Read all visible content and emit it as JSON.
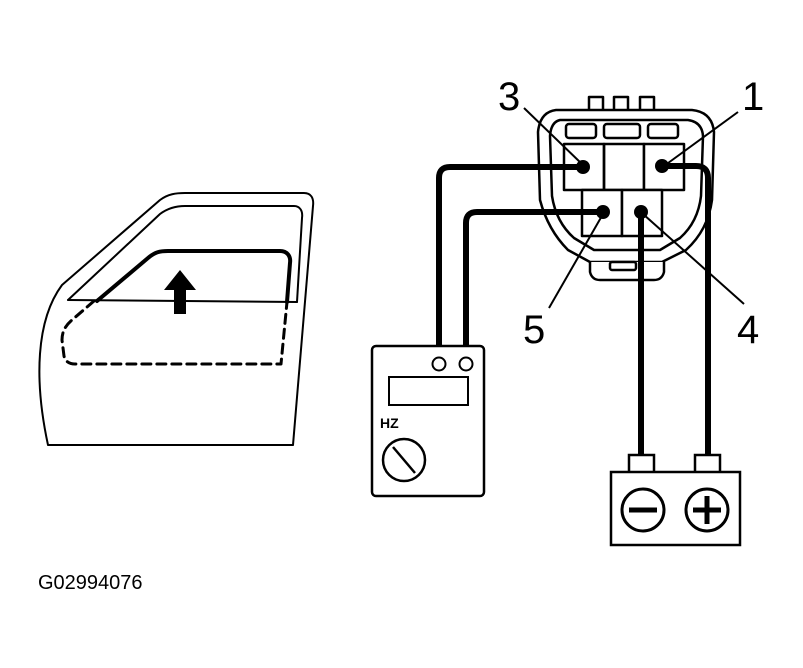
{
  "diagram": {
    "figure_code": "G02994076",
    "meter": {
      "unit_label": "HZ"
    },
    "connector": {
      "pins": [
        {
          "id": "pin-1",
          "label": "1"
        },
        {
          "id": "pin-3",
          "label": "3"
        },
        {
          "id": "pin-4",
          "label": "4"
        },
        {
          "id": "pin-5",
          "label": "5"
        }
      ]
    },
    "battery": {
      "terminals": [
        "negative-terminal",
        "positive-terminal"
      ]
    },
    "door": {
      "window_direction": "up"
    },
    "colors": {
      "ink": "#000000",
      "background": "#ffffff"
    }
  }
}
